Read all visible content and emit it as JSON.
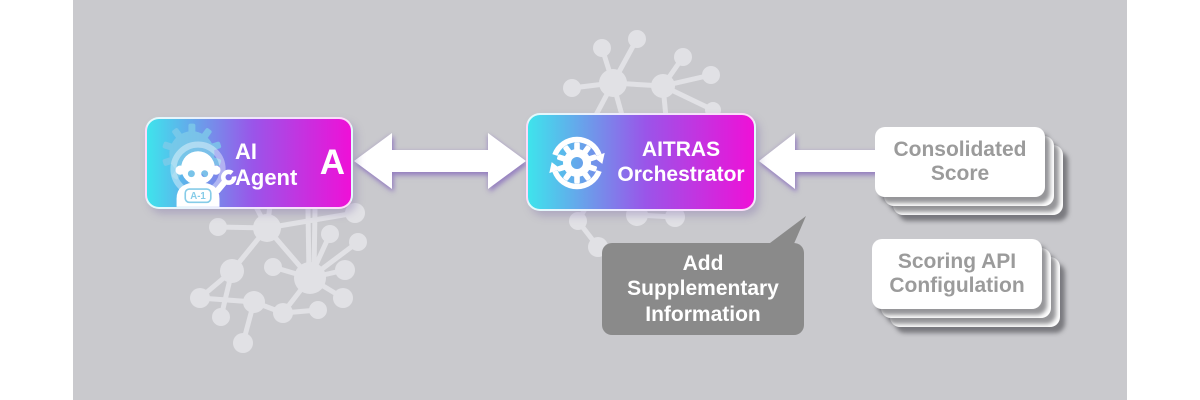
{
  "canvas": {
    "outer_bg": "#ffffff",
    "panel_bg": "#c9c9cd",
    "network_color": "#e1e1e5"
  },
  "palette": {
    "gradient_start": "#3ee4ec",
    "gradient_mid": "#9a55e9",
    "gradient_end": "#ef10d7",
    "arrow_fill": "#ffffff",
    "arrow_glow": "#7d5fb9",
    "bubble_bg": "#8a8a8a",
    "bubble_text_color": "#ffffff",
    "card_bg": "#ffffff",
    "card_text_color": "#9b9b9b",
    "box_text_color": "#ffffff",
    "robot_accent": "#86cce8"
  },
  "agent_box": {
    "label": "AI Agent",
    "suffix": "A",
    "badge": "A-1",
    "icon": "robot-agent-icon"
  },
  "orchestrator_box": {
    "line1": "AITRAS",
    "line2": "Orchestrator",
    "icon": "gear-sync-icon"
  },
  "connections": {
    "agent_orchestrator": "bidirectional-arrow",
    "score_to_orchestrator": "left-arrow"
  },
  "bubble": {
    "line1": "Add",
    "line2": "Supplementary",
    "line3": "Information"
  },
  "card_stacks": [
    {
      "line1": "Consolidated",
      "line2": "Score",
      "layers": 3
    },
    {
      "line1": "Scoring API",
      "line2": "Configulation",
      "layers": 3
    }
  ]
}
